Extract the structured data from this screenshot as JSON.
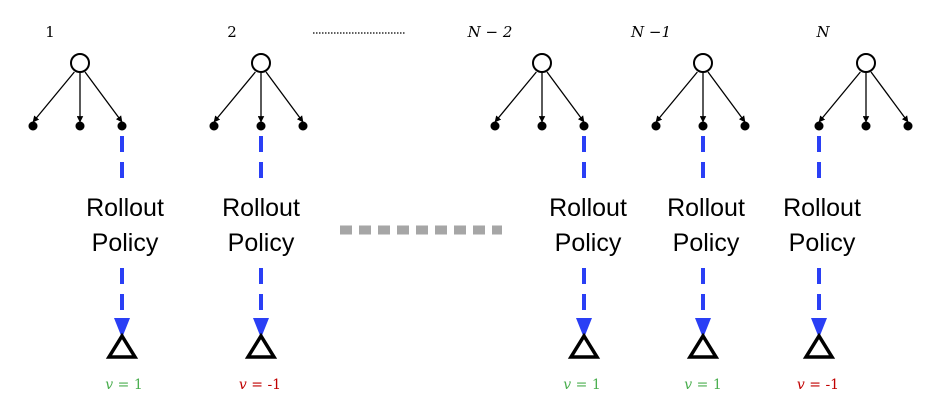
{
  "policy": {
    "line1": "Rollout",
    "line2": "Policy"
  },
  "value_colors": {
    "positive": "#4caf50",
    "negative": "#c00000"
  },
  "rollouts": [
    {
      "index_label": "1",
      "value_var": "v",
      "value_text": " = 1",
      "sign": "positive"
    },
    {
      "index_label": "2",
      "value_var": "v",
      "value_text": " = -1",
      "sign": "negative"
    },
    {
      "index_label": "N − 2",
      "value_var": "v",
      "value_text": " = 1",
      "sign": "positive"
    },
    {
      "index_label": "N −1",
      "value_var": "v",
      "value_text": " = 1",
      "sign": "positive"
    },
    {
      "index_label": "N",
      "value_var": "v",
      "value_text": " = -1",
      "sign": "negative"
    }
  ],
  "colors": {
    "rollout_line": "#2a3ff5",
    "gap_dash": "#a6a6a6",
    "tree": "#000000"
  }
}
